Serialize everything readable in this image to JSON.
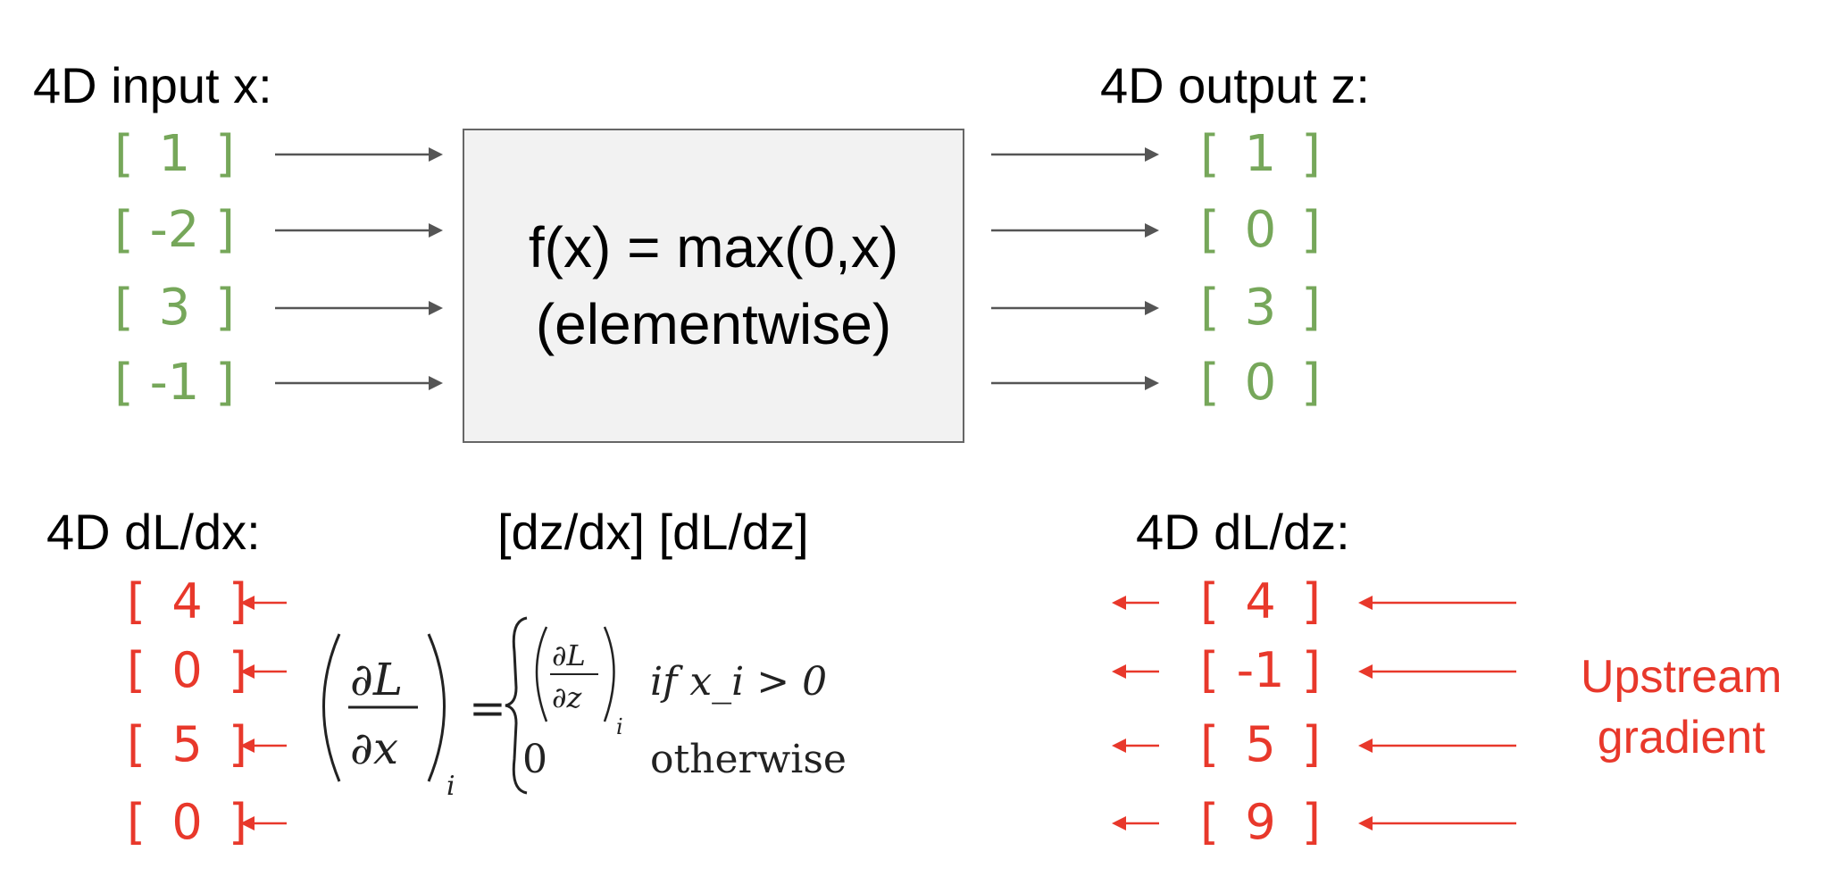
{
  "forward": {
    "input_title": "4D input x:",
    "output_title": "4D output z:",
    "inputs": [
      "1",
      "-2",
      "3",
      "-1"
    ],
    "outputs": [
      "1",
      "0",
      "3",
      "0"
    ],
    "function_line1": "f(x) = max(0,x)",
    "function_line2": "(elementwise)"
  },
  "backward": {
    "dx_title": "4D dL/dx:",
    "jacobian_title": "[dz/dx] [dL/dz]",
    "dz_title": "4D dL/dz:",
    "dx_values": [
      "4",
      "0",
      "5",
      "0"
    ],
    "dz_values": [
      "4",
      "-1",
      "5",
      "9"
    ],
    "upstream_label_line1": "Upstream",
    "upstream_label_line2": "gradient"
  },
  "formula": {
    "lhs_num": "∂L",
    "lhs_den": "∂x",
    "subscript": "i",
    "equals": "=",
    "case1_num": "∂L",
    "case1_den": "∂z",
    "case1_condition": "if x_i > 0",
    "case2_value": "0",
    "case2_condition": "otherwise"
  },
  "colors": {
    "green": "#76a75a",
    "red": "#e8382b",
    "arrow": "#555555",
    "box_fill": "#f2f2f2"
  }
}
